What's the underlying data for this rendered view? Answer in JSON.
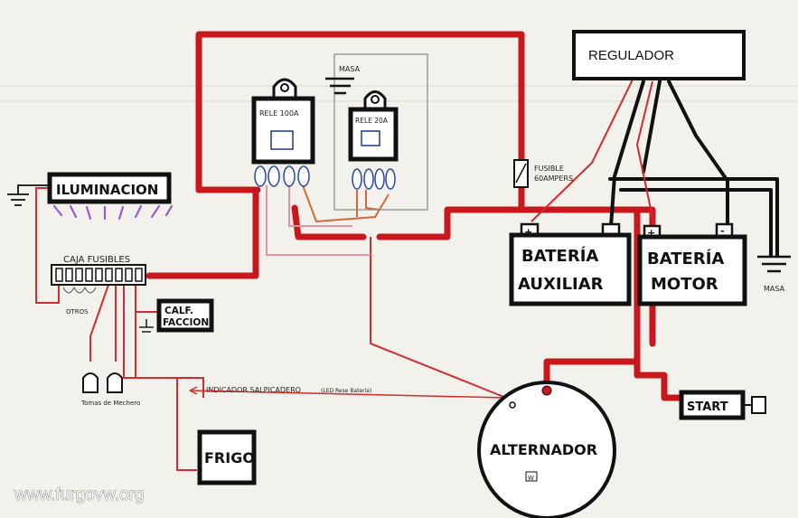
{
  "components": {
    "regulador": "REGULADOR",
    "masa_top": "MASA",
    "rele_100": "RELE 100A",
    "rele_20": "RELE 20A",
    "fusible_line1": "FUSIBLE",
    "fusible_line2": "60AMPERS",
    "bateria_aux_line1": "BATERÍA",
    "bateria_aux_line2": "AUXILIAR",
    "bateria_motor_line1": "BATERÍA",
    "bateria_motor_line2": "MOTOR",
    "masa_right": "MASA",
    "iluminacion": "ILUMINACION",
    "caja_fusibles": "CAJA   FUSIBLES",
    "otros": "OTROS",
    "calefaccion_line1": "CALF.",
    "calefaccion_line2": "FACCION",
    "tomas_mechero": "Tomas de Mechero",
    "indicador": "INDICADOR SALPICADERO",
    "indicador_note": "(LED Rese Batería)",
    "start": "START",
    "alternador": "ALTERNADOR",
    "frigo": "FRIGO",
    "watermark": "www.furgovw.org",
    "plus_sign": "+",
    "minus_sign": "-",
    "alt_mark": "W"
  },
  "colors": {
    "power_wire": "#c8181c",
    "thin_red": "#d22c2c",
    "pink_wire": "#e58fa8",
    "orange_wire": "#d06a3a",
    "black_wire": "#111111",
    "violet_light": "#9b5bd0",
    "paper": "#f3f1ec"
  }
}
